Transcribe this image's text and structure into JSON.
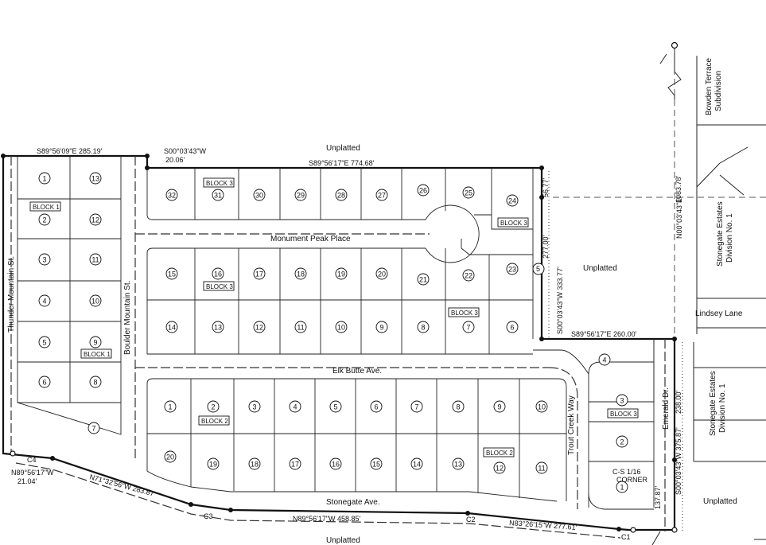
{
  "areas": {
    "unplatted_top": "Unplatted",
    "unplatted_right": "Unplatted",
    "unplatted_bottom_right": "Unplatted",
    "unplatted_bottom": "Unplatted"
  },
  "streets": {
    "thunder_mountain": "Thunder Mountain St.",
    "boulder_mountain": "Boulder Mountain St.",
    "monument_peak": "Monument Peak Place",
    "elk_butte": "Elk Butte Ave.",
    "trout_creek": "Trout Creek Way",
    "stonegate": "Stonegate Ave.",
    "emerald": "Emerald Dr.",
    "lindsey": "Lindsey Lane"
  },
  "subdivisions": {
    "bowden_1": "Bowden Terrace",
    "bowden_2": "Subdivision",
    "stonegate_1": "Stonegate Estates",
    "stonegate_2": "Division No. 1"
  },
  "bearings": {
    "b1": "S89°56'09\"E 285.19'",
    "b2": "S00°03'43\"W",
    "b2d": "20.06'",
    "b3": "S89°56'17\"E 774.68'",
    "b4": "56.77'",
    "b5": "277.00'",
    "b6": "S00°03'43\"W 333.77'",
    "b7": "S89°56'17\"E 260.00'",
    "b8": "1083.78'",
    "b9": "N00°03'43\"E",
    "b10": "238.00'",
    "b11": "S00°03'43\"W 375.87'",
    "b12": "137.87'",
    "b13": "N83°26'15\"W 277.61'",
    "b14": "N89°56'17\"W 458.85'",
    "b15": "N71°32'56\"W 283.87'",
    "b16": "N89°56'17\"W",
    "b16d": "21.04'"
  },
  "curves": {
    "c1": "C1",
    "c2": "C2",
    "c3": "C3",
    "c4": "C4",
    "c5": "5"
  },
  "corner": {
    "line1": "C-S 1/16",
    "line2": "CORNER"
  },
  "blocks": {
    "b1": "BLOCK 1",
    "b2": "BLOCK 2",
    "b3": "BLOCK 3"
  },
  "lots": {
    "b1_left": [
      "1",
      "2",
      "3",
      "4",
      "5",
      "6"
    ],
    "b1_right": [
      "13",
      "12",
      "11",
      "10",
      "9",
      "8"
    ],
    "b1_bottom": "7",
    "b3_row1": [
      "32",
      "31",
      "30",
      "29",
      "28",
      "27",
      "26",
      "25",
      "24"
    ],
    "b3_row2": [
      "15",
      "16",
      "17",
      "18",
      "19",
      "20",
      "21",
      "22",
      "23"
    ],
    "b3_row3": [
      "14",
      "13",
      "12",
      "11",
      "10",
      "9",
      "8",
      "7",
      "6"
    ],
    "b3_right": [
      "4",
      "3",
      "2",
      "1"
    ],
    "b2_row1": [
      "1",
      "2",
      "3",
      "4",
      "5",
      "6",
      "7",
      "8",
      "9",
      "10"
    ],
    "b2_row2": [
      "20",
      "19",
      "18",
      "17",
      "16",
      "15",
      "14",
      "13",
      "12",
      "11"
    ]
  },
  "colors": {
    "ink": "#111111"
  }
}
